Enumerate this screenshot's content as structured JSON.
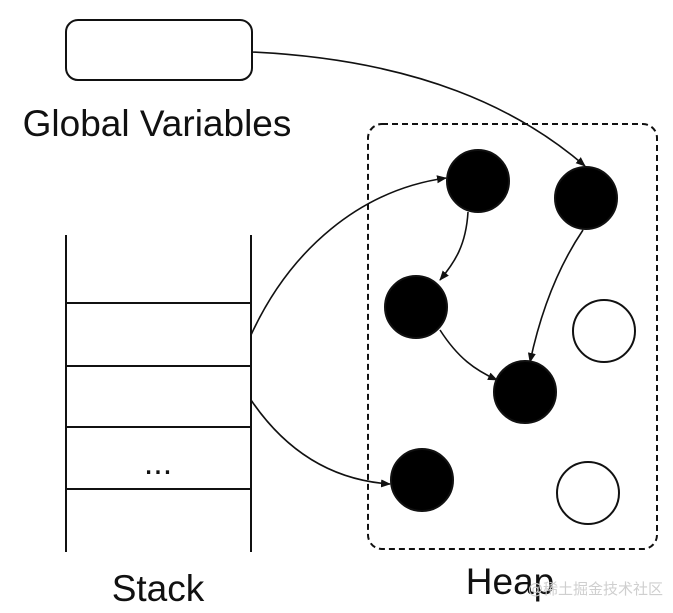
{
  "labels": {
    "global": "Global Variables",
    "stack": "Stack",
    "heap": "Heap",
    "ellipsis": "...",
    "watermark": "@稀土掘金技术社区"
  },
  "nodes": [
    {
      "id": "heap-node-1",
      "reachable": true
    },
    {
      "id": "heap-node-2",
      "reachable": true
    },
    {
      "id": "heap-node-3",
      "reachable": true
    },
    {
      "id": "heap-node-4",
      "reachable": true
    },
    {
      "id": "heap-node-5",
      "reachable": true
    },
    {
      "id": "heap-node-6",
      "reachable": false
    },
    {
      "id": "heap-node-7",
      "reachable": false
    }
  ],
  "colors": {
    "reachable": "#000000",
    "unreachable": "#ffffff",
    "stroke": "#111111"
  }
}
